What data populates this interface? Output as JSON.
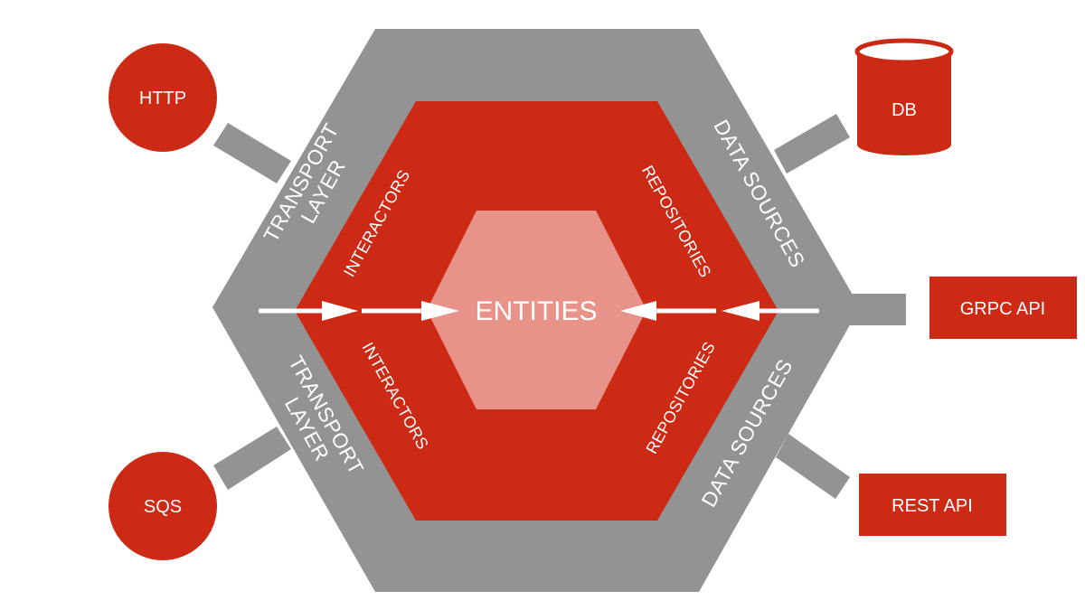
{
  "colors": {
    "outer_layer": "#939393",
    "middle_layer": "#cc2a14",
    "core": "#e8938a",
    "external": "#cc2a14",
    "connector": "#939393",
    "arrow": "#ffffff",
    "text": "#ffffff"
  },
  "core": {
    "label": "ENTITIES"
  },
  "middle_ring": {
    "interactors_top": "INTERACTORS",
    "interactors_bottom": "INTERACTORS",
    "repositories_top": "REPOSITORIES",
    "repositories_bottom": "REPOSITORIES"
  },
  "outer_ring": {
    "transport_top": [
      "TRANSPORT",
      "LAYER"
    ],
    "transport_bottom": [
      "TRANSPORT",
      "LAYER"
    ],
    "data_sources_top": "DATA SOURCES",
    "data_sources_bottom": "DATA SOURCES"
  },
  "external": {
    "http": {
      "label": "HTTP",
      "shape": "circle"
    },
    "sqs": {
      "label": "SQS",
      "shape": "circle"
    },
    "db": {
      "label": "DB",
      "shape": "cylinder"
    },
    "grpc": {
      "label": "GRPC API",
      "shape": "rectangle"
    },
    "rest": {
      "label": "REST API",
      "shape": "rectangle"
    }
  }
}
